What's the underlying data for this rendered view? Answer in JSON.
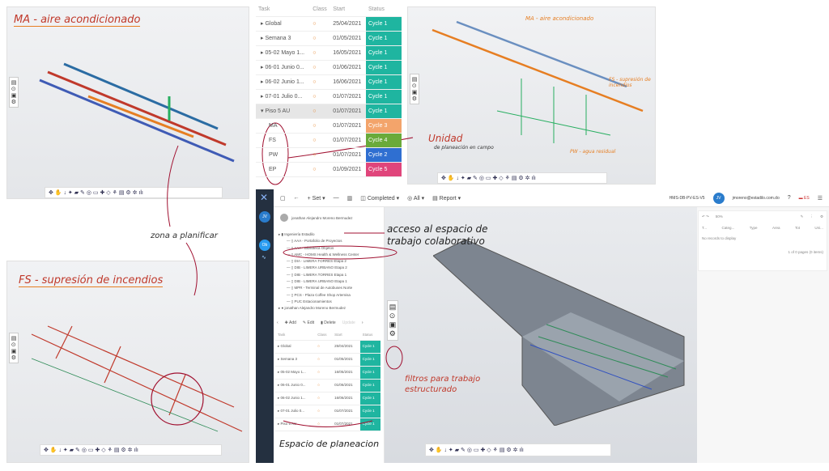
{
  "panels": {
    "ma_title": "MA - aire acondicionado",
    "fs_title": "FS - supresión de incendios",
    "toolbar_icons": [
      "select-icon",
      "hand-icon",
      "down-icon",
      "person-icon",
      "camera-icon",
      "pen-icon",
      "measure-icon",
      "box-icon",
      "move-icon",
      "cube-icon",
      "tree-icon",
      "clipboard-icon",
      "gear-icon",
      "settings-icon",
      "chart-icon"
    ]
  },
  "annotations": {
    "zona": "zona a planificar",
    "acceso": "acceso al espacio de trabajo colaborativo",
    "filtros": "filtros para trabajo estructurado",
    "espacio": "Espacio de planeacion",
    "unidad": "Unidad",
    "unidad_sub": "de planeación en campo",
    "ma_c": "MA - aire acondicionado",
    "fs_c": "FS - supresión de incendios",
    "pw_c": "PW - agua residual"
  },
  "schedule": {
    "headers": [
      "Task",
      "Class",
      "Start",
      "Status"
    ],
    "rows": [
      {
        "task": "Global",
        "start": "25/04/2021",
        "status": "Cycle 1",
        "color": "#1fb5a0",
        "exp": true
      },
      {
        "task": "Semana 3",
        "start": "01/05/2021",
        "status": "Cycle 1",
        "color": "#1fb5a0",
        "exp": true
      },
      {
        "task": "05-02 Mayo 1...",
        "start": "16/05/2021",
        "status": "Cycle 1",
        "color": "#1fb5a0",
        "exp": true
      },
      {
        "task": "06-01 Junio 0...",
        "start": "01/06/2021",
        "status": "Cycle 1",
        "color": "#1fb5a0",
        "exp": true
      },
      {
        "task": "06-02 Junio 1...",
        "start": "16/06/2021",
        "status": "Cycle 1",
        "color": "#1fb5a0",
        "exp": true
      },
      {
        "task": "07-01 Julio 0...",
        "start": "01/07/2021",
        "status": "Cycle 1",
        "color": "#1fb5a0",
        "exp": true
      },
      {
        "task": "Piso 5 AU",
        "start": "01/07/2021",
        "status": "Cycle 1",
        "color": "#1fb5a0",
        "exp": true,
        "open": true
      },
      {
        "task": "MA",
        "start": "01/07/2021",
        "status": "Cycle 3",
        "color": "#f3a46b"
      },
      {
        "task": "FS",
        "start": "01/07/2021",
        "status": "Cycle 4",
        "color": "#6aaa3a"
      },
      {
        "task": "PW",
        "start": "01/07/2021",
        "status": "Cycle 2",
        "color": "#2f6fd1"
      },
      {
        "task": "EP",
        "start": "01/09/2021",
        "status": "Cycle 5",
        "color": "#e0457b"
      }
    ]
  },
  "app": {
    "toolbar": {
      "set": "Set",
      "completed": "Completed",
      "all": "All",
      "report": "Report",
      "model": "HMS-DB-PV-ES-V5",
      "avatar": "JV",
      "user": "jmoreno@estadilo.com.do",
      "lang": "ES"
    },
    "sidebar": {
      "avatar": "JV",
      "badge": "Ob"
    },
    "user_name": "jonathan Alejandro Moreno Bermudez",
    "tree_root": "Ingeniería Estadilo",
    "tree": [
      "AAA - Portafolio de Proyectos",
      "AAA - Biblioteca Objetos",
      "AMC - HOMS Health & Wellness Center",
      "DIA - LIMERA TORRES Etapa 2",
      "DIB - LIMERA URBANO Etapa 2",
      "DIB - LIMERA TORRES Etapa 1",
      "DIB - LIMERA URBANO Etapa 1",
      "MPR - Terminal de Autobuses Norte",
      "PCS - Plaza Coffee Shop Artemisa",
      "PUC Estacionamientos"
    ],
    "tree_user": "jonathan Alejandro Moreno Bermudez",
    "actions": {
      "add": "Add",
      "edit": "Edit",
      "remove": "Delete",
      "update": "Update"
    },
    "mini_rows": [
      {
        "task": "Global",
        "start": "25/04/2021",
        "status": "Cycle 1"
      },
      {
        "task": "Semana 3",
        "start": "01/05/2021",
        "status": "Cycle 1"
      },
      {
        "task": "05-02 Mayo 1...",
        "start": "16/05/2021",
        "status": "Cycle 1"
      },
      {
        "task": "06-01 Junio 0...",
        "start": "01/06/2021",
        "status": "Cycle 1"
      },
      {
        "task": "06-02 Junio 1...",
        "start": "16/06/2021",
        "status": "Cycle 1"
      },
      {
        "task": "07-01 Julio 0...",
        "start": "01/07/2021",
        "status": "Cycle 1"
      },
      {
        "task": "Piso 5 AU",
        "start": "01/07/2021",
        "status": "Cycle 1"
      }
    ],
    "right": {
      "zoom": "50%",
      "cols": [
        "T...",
        "Categ...",
        "Type",
        "Area",
        "Tot",
        "Uni..."
      ],
      "empty": "No records to display",
      "pager": "1 of 0 pages (0 items)"
    }
  }
}
